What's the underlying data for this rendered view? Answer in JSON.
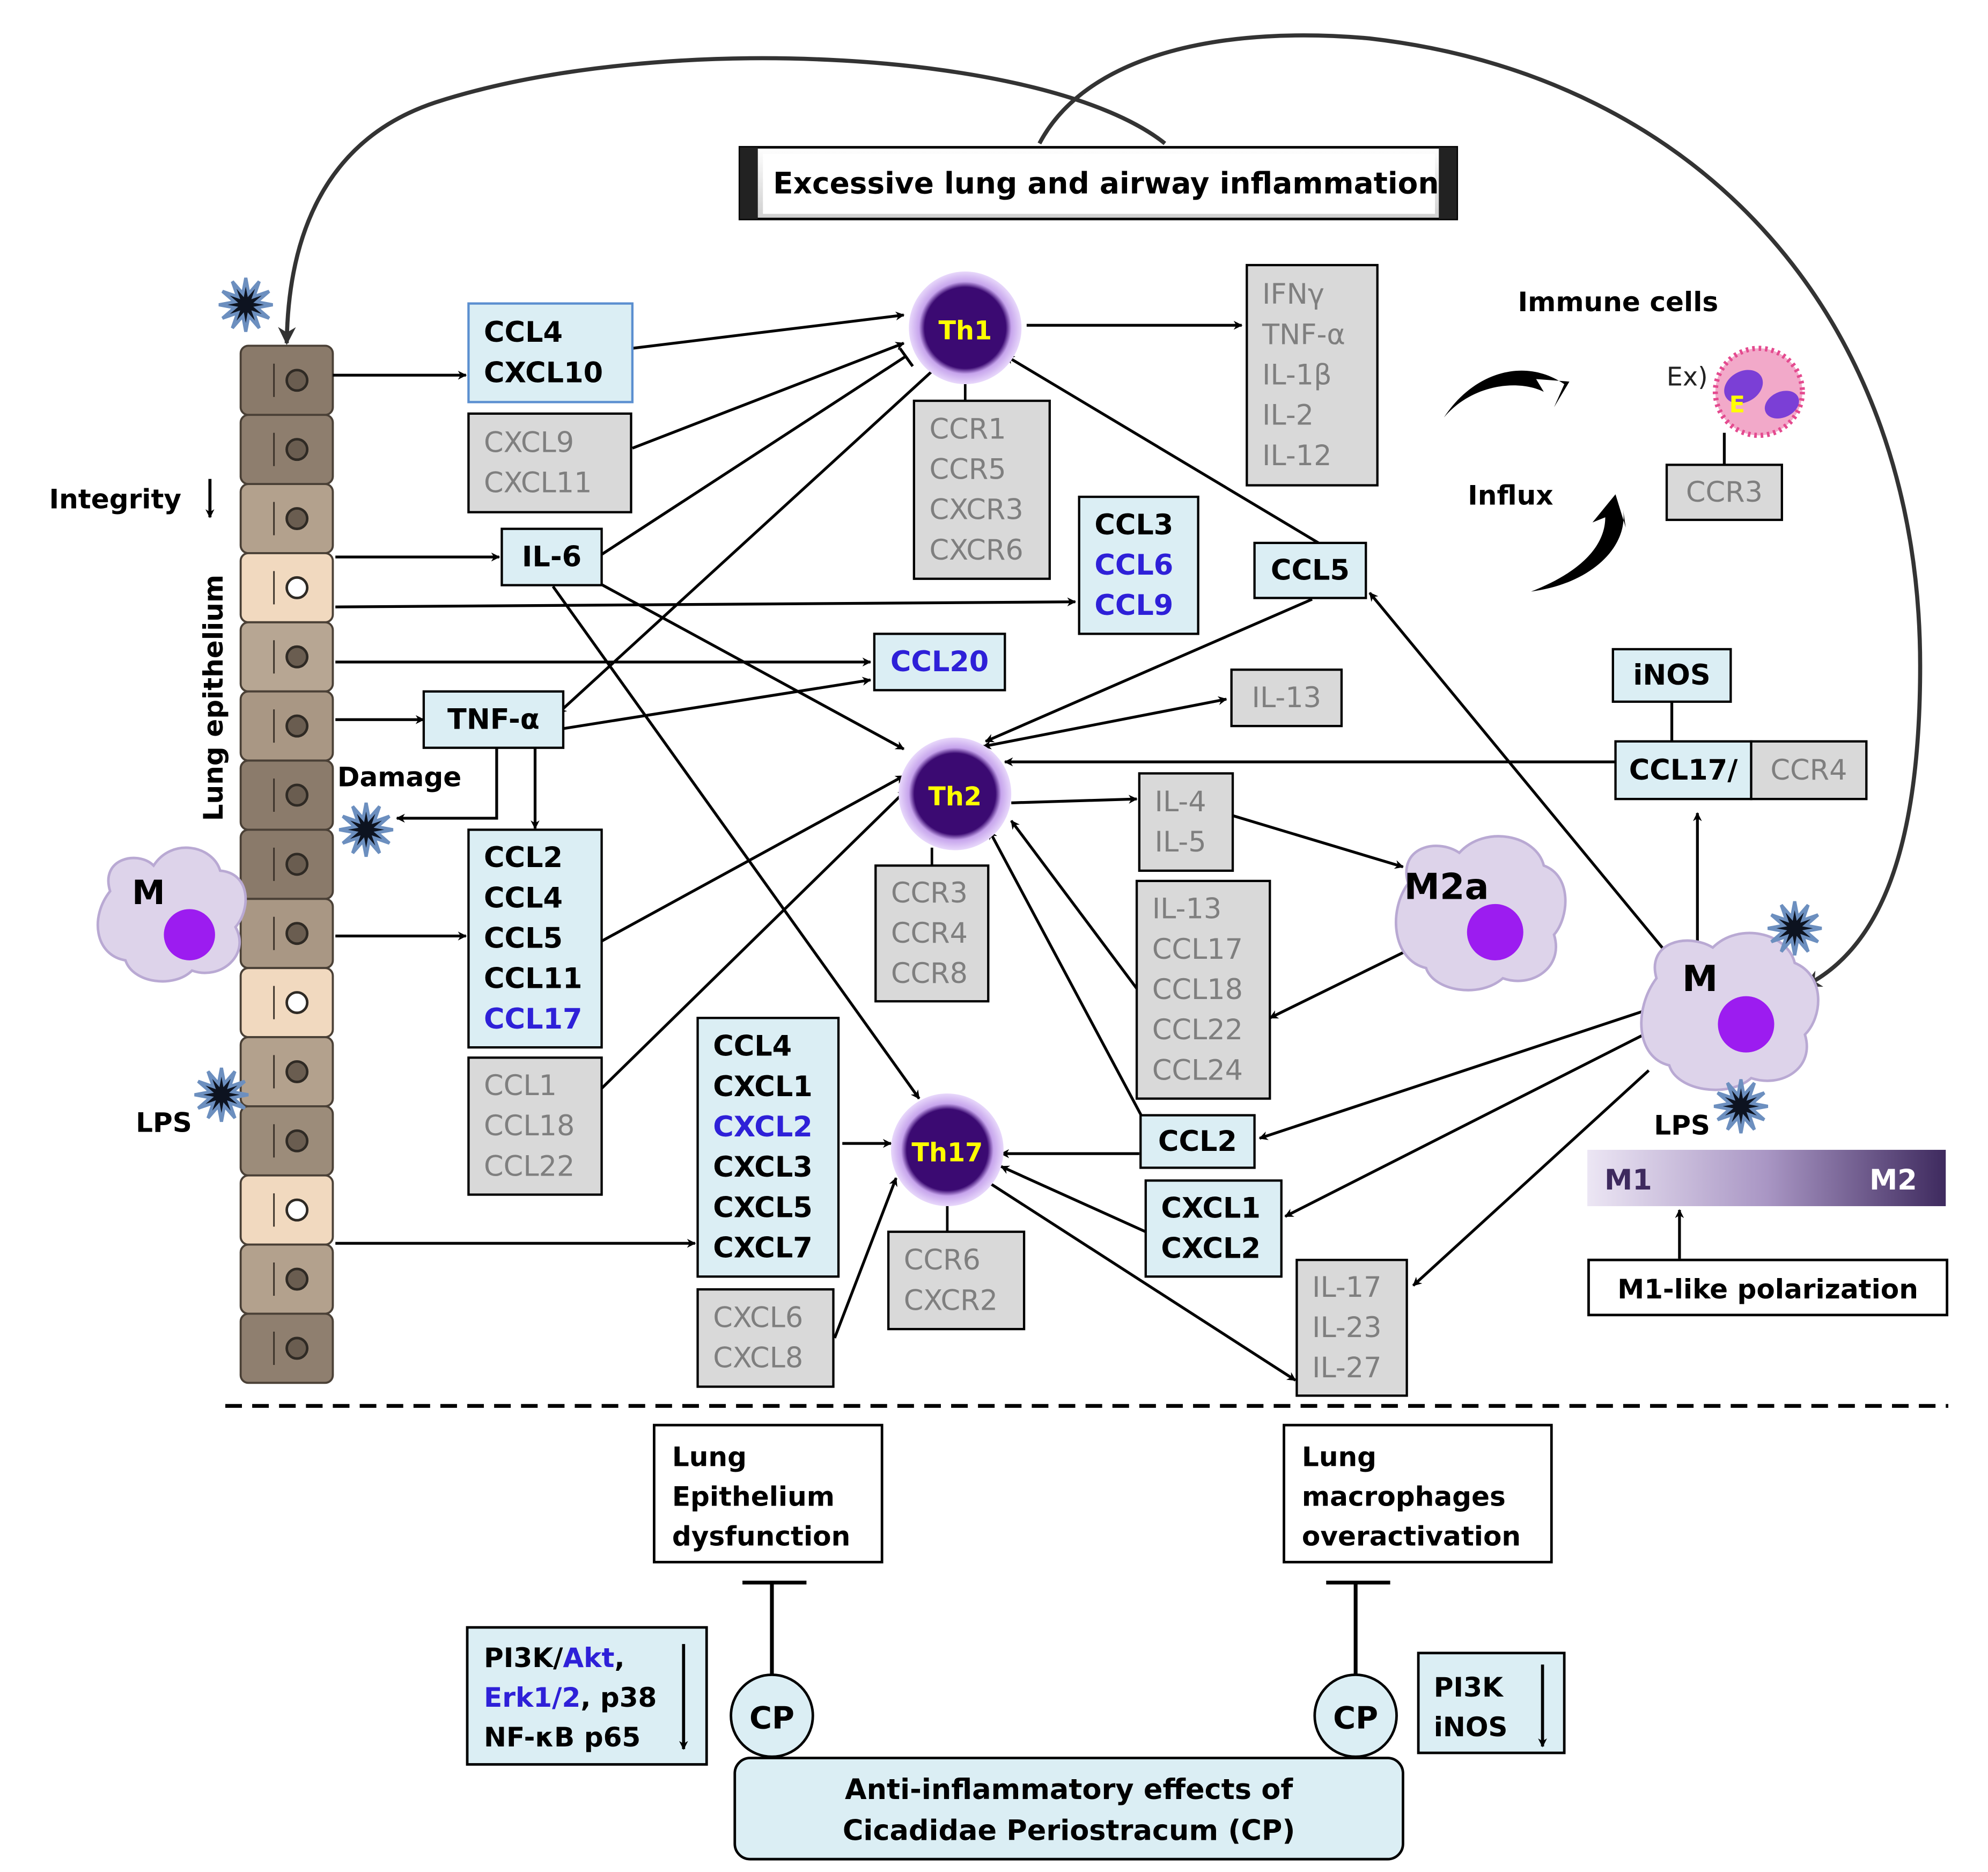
{
  "top_banner": "Excessive lung and airway inflammation",
  "labels": {
    "integrity": "Integrity",
    "lung_epithelium": "Lung epithelium",
    "damage": "Damage",
    "lps_left": "LPS",
    "lps_right": "LPS",
    "macrophage_left": "M",
    "macrophage_right": "M",
    "m2a": "M2a",
    "immune_cells": "Immune cells",
    "influx": "Influx",
    "example": "Ex)",
    "eosinophil": "E"
  },
  "cells": {
    "th1": "Th1",
    "th2": "Th2",
    "th17": "Th17"
  },
  "boxes": {
    "ccl4_cxcl10": [
      "CCL4",
      "CXCL10"
    ],
    "cxcl9_cxcl11": [
      "CXCL9",
      "CXCL11"
    ],
    "il6": [
      "IL-6"
    ],
    "tnfa": [
      "TNF-α"
    ],
    "th1_receptors": [
      "CCR1",
      "CCR5",
      "CXCR3",
      "CXCR6"
    ],
    "th1_cytokines": [
      "IFNγ",
      "TNF-α",
      "IL-1β",
      "IL-2",
      "IL-12"
    ],
    "ccr3_eos": [
      "CCR3"
    ],
    "ccl3_ccl6_ccl9": [
      "CCL3",
      "CCL6",
      "CCL9"
    ],
    "ccl20": [
      "CCL20"
    ],
    "ccl5": [
      "CCL5"
    ],
    "il13_top": [
      "IL-13"
    ],
    "inos": [
      "iNOS"
    ],
    "ccl17": [
      "CCL17/"
    ],
    "ccr4": [
      "CCR4"
    ],
    "ccl2_group": [
      "CCL2",
      "CCL4",
      "CCL5",
      "CCL11",
      "CCL17"
    ],
    "ccl1_group": [
      "CCL1",
      "CCL18",
      "CCL22"
    ],
    "th2_receptors": [
      "CCR3",
      "CCR4",
      "CCR8"
    ],
    "il4_il5": [
      "IL-4",
      "IL-5"
    ],
    "il13_group": [
      "IL-13",
      "CCL17",
      "CCL18",
      "CCL22",
      "CCL24"
    ],
    "ccl4_cxcl_group": [
      "CCL4",
      "CXCL1",
      "CXCL2",
      "CXCL3",
      "CXCL5",
      "CXCL7"
    ],
    "cxcl6_cxcl8": [
      "CXCL6",
      "CXCL8"
    ],
    "th17_receptors": [
      "CCR6",
      "CXCR2"
    ],
    "ccl2_right": [
      "CCL2"
    ],
    "cxcl1_cxcl2": [
      "CXCL1",
      "CXCL2"
    ],
    "il17_group": [
      "IL-17",
      "IL-23",
      "IL-27"
    ]
  },
  "polarization": {
    "m1": "M1",
    "m2": "M2",
    "caption": "M1-like polarization"
  },
  "bottom": {
    "epithelium_dysfunction": [
      "Lung",
      "Epithelium",
      "dysfunction"
    ],
    "macrophage_overactivation": [
      "Lung",
      "macrophages",
      "overactivation"
    ],
    "cp": "CP",
    "pathways_left": [
      [
        {
          "t": "PI3K/",
          "c": "black"
        },
        {
          "t": "Akt",
          "c": "blue"
        },
        {
          "t": ",",
          "c": "black"
        }
      ],
      [
        {
          "t": "Erk1/2",
          "c": "blue"
        },
        {
          "t": ", p38",
          "c": "black"
        }
      ],
      [
        {
          "t": "NF-κB p65",
          "c": "black"
        }
      ]
    ],
    "pathways_right": [
      "PI3K",
      "iNOS"
    ],
    "main": [
      "Anti-inflammatory effects of",
      "Cicadidae Periostracum (CP)"
    ]
  },
  "colors": {
    "light_blue_box": "#dbeef4",
    "gray_box": "#d9d9d9",
    "gray_text": "#7f7f7f",
    "blue_text": "#2e20d8",
    "th_cell": "#3b0a72",
    "th_label": "#ffff00",
    "macrophage_body": "#ddd3ea",
    "macrophage_nucleus": "#9c1cf0"
  }
}
